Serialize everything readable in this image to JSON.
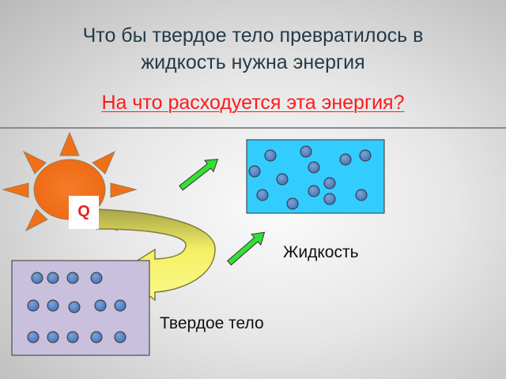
{
  "slide": {
    "title_line1": "Что бы твердое тело превратилось в",
    "title_line2": "жидкость нужна энергия",
    "subtitle": "На что расходуется эта энергия?"
  },
  "labels": {
    "heat": "Q",
    "liquid": "Жидкость",
    "solid": "Твердое тело"
  },
  "icons": [
    "sun-icon",
    "curved-arrow-icon",
    "green-arrow-icon"
  ],
  "colors": {
    "title": "#243a4a",
    "subtitle": "#ff1a1a",
    "sun_rays": "#f07018",
    "sun_core": "#f37020",
    "liquid_box": "#33ccff",
    "solid_box": "#c8c0dc",
    "particle": "#5b86c4",
    "curved_arrow": "#f7f46a",
    "green_arrow": "#33e033"
  }
}
